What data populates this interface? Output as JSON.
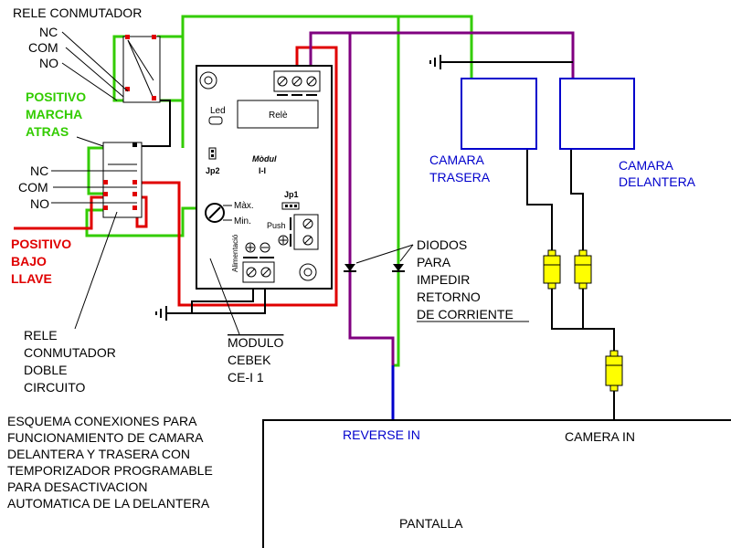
{
  "colors": {
    "green": "#33cc00",
    "red": "#e00000",
    "purple": "#800080",
    "blue": "#0000cc",
    "black": "#000000",
    "yellow": "#ffff00"
  },
  "relay_top": {
    "title": "RELE CONMUTADOR",
    "nc": "NC",
    "com": "COM",
    "no": "NO"
  },
  "positivo_marcha": [
    "POSITIVO",
    "MARCHA",
    "ATRAS"
  ],
  "relay_double": {
    "nc": "NC",
    "com": "COM",
    "no": "NO"
  },
  "positivo_llave": [
    "POSITIVO",
    "BAJO",
    "LLAVE"
  ],
  "relay_double_caption": [
    "RELE",
    "CONMUTADOR",
    "DOBLE",
    "CIRCUITO"
  ],
  "module": {
    "led": "Led",
    "rele": "Relè",
    "modul_line1": "Mòdul",
    "modul_line2": "I-I",
    "jp2": "Jp2",
    "jp1": "Jp1",
    "max": "Màx.",
    "min": "Min.",
    "push": "Push",
    "alimentacio": "Alimentació"
  },
  "module_caption": [
    "MODULO",
    "CEBEK",
    "CE-I 1"
  ],
  "diodes_caption": [
    "DIODOS",
    "PARA",
    "IMPEDIR",
    "RETORNO",
    "DE CORRIENTE"
  ],
  "camera_rear": [
    "CAMARA",
    "TRASERA"
  ],
  "camera_front": [
    "CAMARA",
    "DELANTERA"
  ],
  "screen": {
    "reverse_in": "REVERSE IN",
    "camera_in": "CAMERA IN",
    "pantalla": "PANTALLA"
  },
  "description": [
    "ESQUEMA CONEXIONES PARA",
    "FUNCIONAMIENTO DE CAMARA",
    "DELANTERA Y TRASERA CON",
    "TEMPORIZADOR PROGRAMABLE",
    "PARA DESACTIVACION",
    "AUTOMATICA DE LA DELANTERA"
  ]
}
